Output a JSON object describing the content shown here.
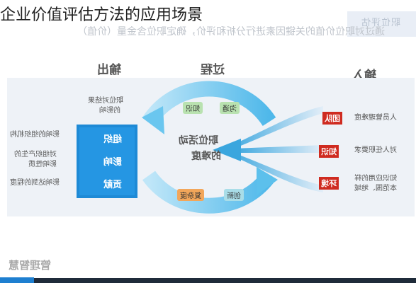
{
  "page": {
    "title": "企业价值评估方法的应用场景"
  },
  "header": {
    "badge_label": "职位评估",
    "subtitle": "通过对职位价值的关键因素进行分析和评价，确定职位含金量（价值）"
  },
  "stages": {
    "output": "输出",
    "process": "过程",
    "input": "输入"
  },
  "output_texts": {
    "top_effect": [
      "职位对结果",
      "的影响"
    ],
    "left_items": [
      "影响的组织机构",
      "对组织产生的\n影响性质",
      "影响达到的程度"
    ]
  },
  "org_box": {
    "items": [
      "组织",
      "影响",
      "贡献"
    ]
  },
  "process": {
    "center_text": [
      "职位活动",
      "的难度"
    ],
    "chips": [
      {
        "label": "知识",
        "color": "green"
      },
      {
        "label": "沟通",
        "color": "green"
      },
      {
        "label": "创新",
        "color": "aqua"
      },
      {
        "label": "复杂度",
        "color": "orange"
      }
    ]
  },
  "inputs": {
    "tags": [
      "团队",
      "知识",
      "环境"
    ],
    "texts": [
      "人员管理难度",
      "对人任职要求",
      "知识应用的样\n本范围、地域"
    ]
  },
  "footer": {
    "logo_text": "管理智慧"
  },
  "colors": {
    "blue": "#1e8ad6",
    "light_blue": "#5cc3ee",
    "red": "#cf2b20",
    "band": "#eef2f7",
    "dark_bar": "#1f2b3a"
  }
}
